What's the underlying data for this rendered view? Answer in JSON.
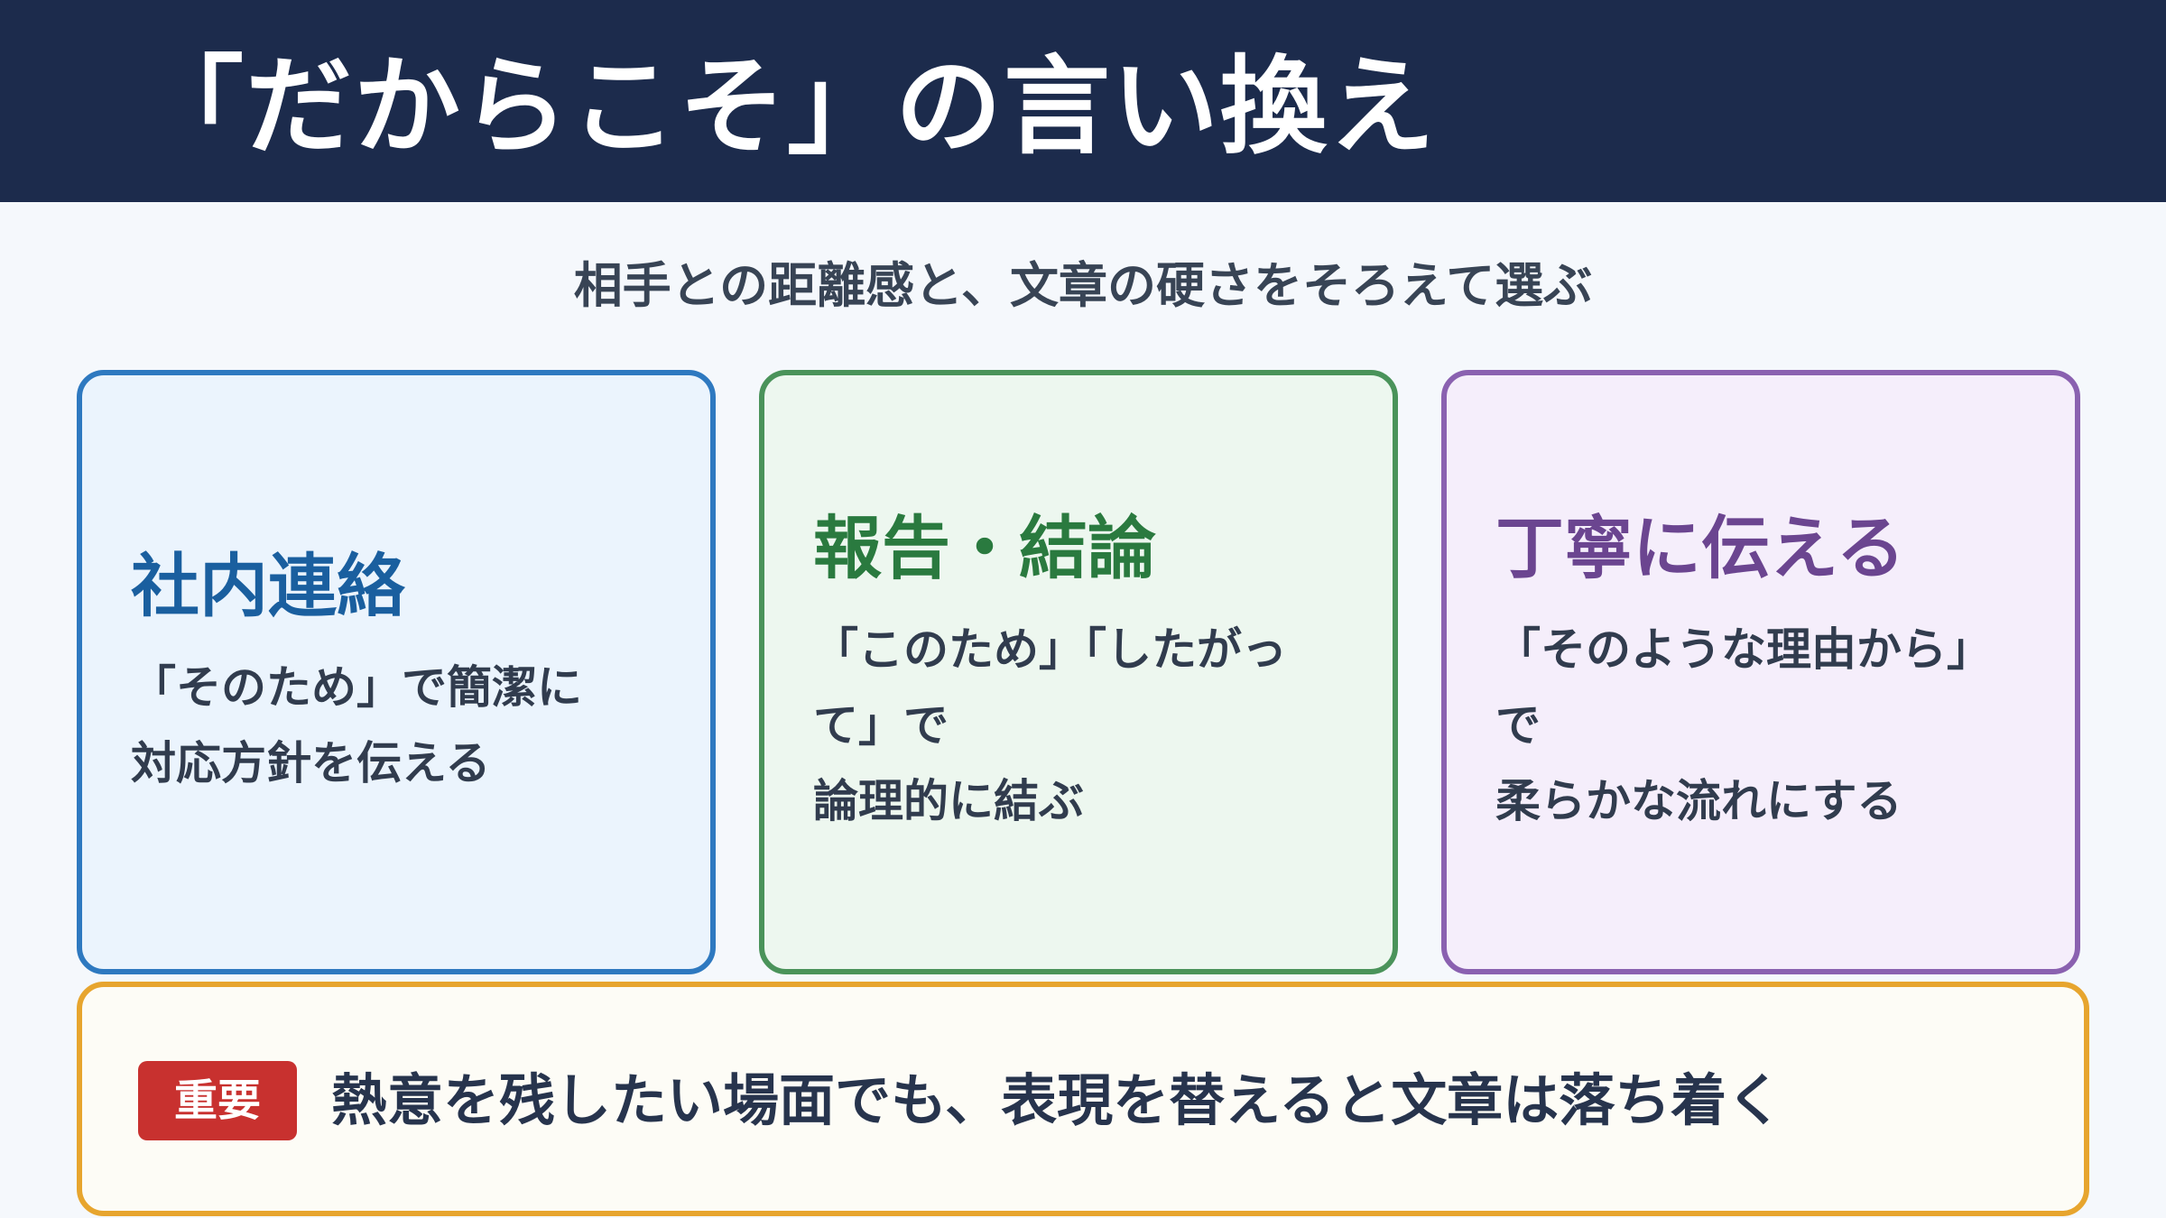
{
  "header": {
    "title": "「だからこそ」の言い換え"
  },
  "subtitle": "相手との距離感と、文章の硬さをそろえて選ぶ",
  "cards": [
    {
      "title": "社内連絡",
      "body": "「そのため」で簡潔に\n対応方針を伝える",
      "accent": "#2e79c0"
    },
    {
      "title": "報告・結論",
      "body": "「このため」「したがっ\nて」で\n論理的に結ぶ",
      "accent": "#4a935a"
    },
    {
      "title": "丁寧に伝える",
      "body": "「そのような理由から」\nで\n柔らかな流れにする",
      "accent": "#8a61b0"
    }
  ],
  "note": {
    "badge": "重要",
    "text": "熱意を残したい場面でも、表現を替えると文章は落ち着く",
    "accent": "#e7a52e",
    "badge_color": "#c8312f"
  }
}
